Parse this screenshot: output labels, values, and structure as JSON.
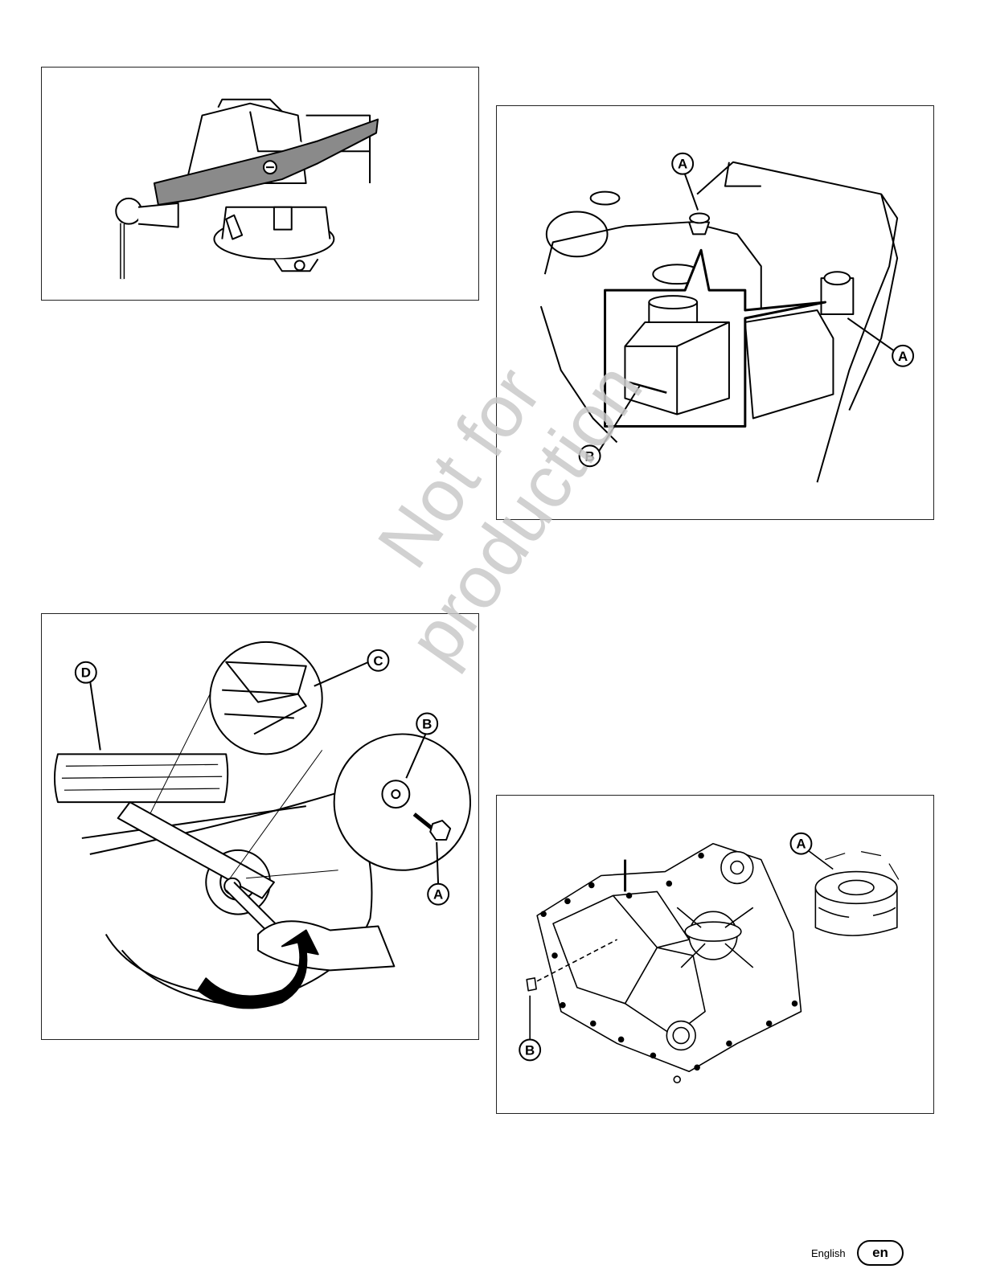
{
  "watermark": {
    "line1": "Not for",
    "line2": "production"
  },
  "figure_blade_vise": {
    "icon": "blade-in-vise-illustration"
  },
  "figure_fluid_reservoir": {
    "icon": "engine-fluid-reservoir-illustration",
    "callouts": {
      "a_top": "A",
      "a_right": "A",
      "b": "B"
    }
  },
  "figure_blade_removal": {
    "icon": "blade-removal-illustration",
    "callouts": {
      "d": "D",
      "c": "C",
      "b": "B",
      "a": "A"
    }
  },
  "figure_transmission": {
    "icon": "transmission-filter-illustration",
    "callouts": {
      "a": "A",
      "b": "B"
    }
  },
  "footer": {
    "language": "English",
    "code": "en"
  }
}
